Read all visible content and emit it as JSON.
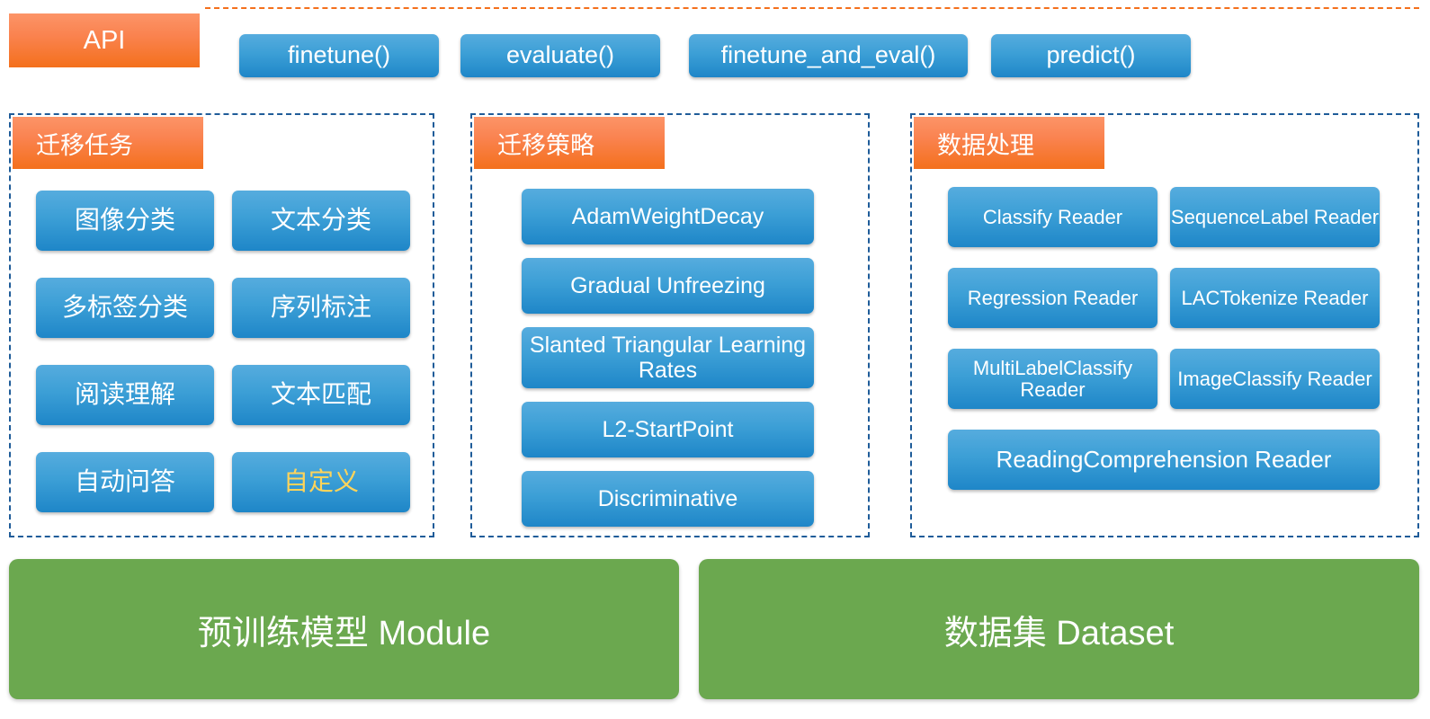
{
  "api": {
    "label": "API",
    "buttons": [
      {
        "label": "finetune()"
      },
      {
        "label": "evaluate()"
      },
      {
        "label": "finetune_and_eval()"
      },
      {
        "label": "predict()"
      }
    ]
  },
  "panels": [
    {
      "key": "transfer_task",
      "title": "迁移任务",
      "items": [
        {
          "label": "图像分类",
          "highlight": false
        },
        {
          "label": "文本分类",
          "highlight": false
        },
        {
          "label": "多标签分类",
          "highlight": false
        },
        {
          "label": "序列标注",
          "highlight": false
        },
        {
          "label": "阅读理解",
          "highlight": false
        },
        {
          "label": "文本匹配",
          "highlight": false
        },
        {
          "label": "自动问答",
          "highlight": false
        },
        {
          "label": "自定义",
          "highlight": true
        }
      ]
    },
    {
      "key": "transfer_strategy",
      "title": "迁移策略",
      "items": [
        {
          "label": "AdamWeightDecay",
          "two_line": false
        },
        {
          "label": "Gradual Unfreezing",
          "two_line": false
        },
        {
          "label": "Slanted Triangular Learning Rates",
          "two_line": true
        },
        {
          "label": "L2-StartPoint",
          "two_line": false
        },
        {
          "label": "Discriminative",
          "two_line": false
        }
      ]
    },
    {
      "key": "data_processing",
      "title": "数据处理",
      "items": [
        {
          "label": "Classify Reader",
          "wide": false
        },
        {
          "label": "SequenceLabel Reader",
          "wide": false
        },
        {
          "label": "Regression Reader",
          "wide": false
        },
        {
          "label": "LACTokenize Reader",
          "wide": false
        },
        {
          "label": "MultiLabelClassify Reader",
          "wide": false
        },
        {
          "label": "ImageClassify Reader",
          "wide": false
        },
        {
          "label": "ReadingComprehension Reader",
          "wide": true
        }
      ]
    }
  ],
  "base": [
    {
      "label": "预训练模型 Module"
    },
    {
      "label": "数据集 Dataset"
    }
  ],
  "colors": {
    "accent_orange": "#F4701C",
    "accent_blue": "#2B93CF",
    "accent_green": "#6BA84F",
    "highlight_gold": "#FFD45A",
    "panel_border": "#1F5C99"
  }
}
